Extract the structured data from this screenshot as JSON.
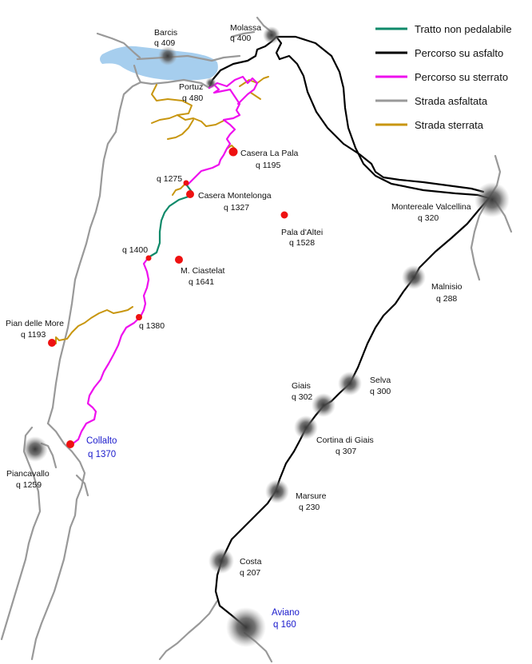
{
  "colors": {
    "tratto_non_pedalabile": "#0f8a6a",
    "percorso_asfalto": "#000000",
    "percorso_sterrato": "#ee10ee",
    "strada_asfaltata": "#999999",
    "strada_sterrata": "#c8960f",
    "lake": "#a6ceee",
    "point": "#ee1111"
  },
  "legend": [
    {
      "label": "Tratto non pedalabile",
      "color_key": "tratto_non_pedalabile"
    },
    {
      "label": "Percorso su asfalto",
      "color_key": "percorso_asfalto"
    },
    {
      "label": "Percorso su sterrato",
      "color_key": "percorso_sterrato"
    },
    {
      "label": "Strada asfaltata",
      "color_key": "strada_asfaltata"
    },
    {
      "label": "Strada sterrata",
      "color_key": "strada_sterrata"
    }
  ],
  "places": {
    "barcis": {
      "name": "Barcis",
      "alt": "q 409"
    },
    "molassa": {
      "name": "Molassa",
      "alt": "q 400"
    },
    "portuz": {
      "name": "Portuz",
      "alt": "q 480"
    },
    "casera_la_pala": {
      "name": "Casera La Pala",
      "alt": "q 1195"
    },
    "q1275": {
      "alt": "q 1275"
    },
    "casera_montelonga": {
      "name": "Casera Montelonga",
      "alt": "q 1327"
    },
    "pala_daltei": {
      "name": "Pala d'Altei",
      "alt": "q 1528"
    },
    "q1400": {
      "alt": "q 1400"
    },
    "m_ciastelat": {
      "name": "M. Ciastelat",
      "alt": "q 1641"
    },
    "q1380": {
      "alt": "q 1380"
    },
    "pian_delle_more": {
      "name": "Pian delle More",
      "alt": "q 1193"
    },
    "collalto": {
      "name": "Collalto",
      "alt": "q 1370"
    },
    "piancavallo": {
      "name": "Piancavallo",
      "alt": "q 1259"
    },
    "montereale": {
      "name": "Montereale Valcellina",
      "alt": "q 320"
    },
    "malnisio": {
      "name": "Malnisio",
      "alt": "q 288"
    },
    "selva": {
      "name": "Selva",
      "alt": "q 300"
    },
    "giais": {
      "name": "Giais",
      "alt": "q 302"
    },
    "cortina_di_giais": {
      "name": "Cortina di Giais",
      "alt": "q 307"
    },
    "marsure": {
      "name": "Marsure",
      "alt": "q 230"
    },
    "costa": {
      "name": "Costa",
      "alt": "q 207"
    },
    "aviano": {
      "name": "Aviano",
      "alt": "q 160"
    }
  }
}
